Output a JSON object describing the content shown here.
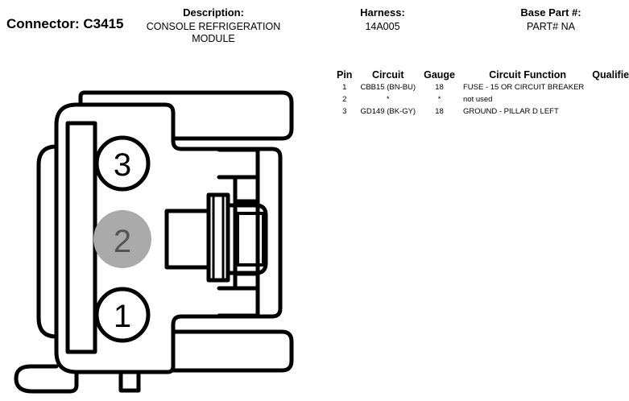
{
  "connector": {
    "label": "Connector: C3415"
  },
  "description": {
    "label": "Description:",
    "value": "CONSOLE REFRIGERATION MODULE"
  },
  "harness": {
    "label": "Harness:",
    "value": "14A005"
  },
  "base_part": {
    "label": "Base Part #:",
    "value": "PART# NA"
  },
  "table": {
    "headers": [
      "Pin",
      "Circuit",
      "Gauge",
      "Circuit Function",
      "Qualifier"
    ],
    "rows": [
      {
        "pin": "1",
        "circuit": "CBB15 (BN-BU)",
        "gauge": "18",
        "function": "FUSE - 15 OR CIRCUIT BREAKER",
        "qualifier": ""
      },
      {
        "pin": "2",
        "circuit": "*",
        "gauge": "*",
        "function": "not used",
        "qualifier": ""
      },
      {
        "pin": "3",
        "circuit": "GD149 (BK-GY)",
        "gauge": "18",
        "function": "GROUND - PILLAR D LEFT",
        "qualifier": ""
      }
    ]
  },
  "diagram": {
    "pins": [
      {
        "label": "3",
        "used": true
      },
      {
        "label": "2",
        "used": false
      },
      {
        "label": "1",
        "used": true
      }
    ],
    "colors": {
      "outline": "#000000",
      "unused_pin_fill": "#aaaaaa",
      "unused_pin_text": "#555555",
      "used_pin_fill": "#ffffff"
    }
  }
}
